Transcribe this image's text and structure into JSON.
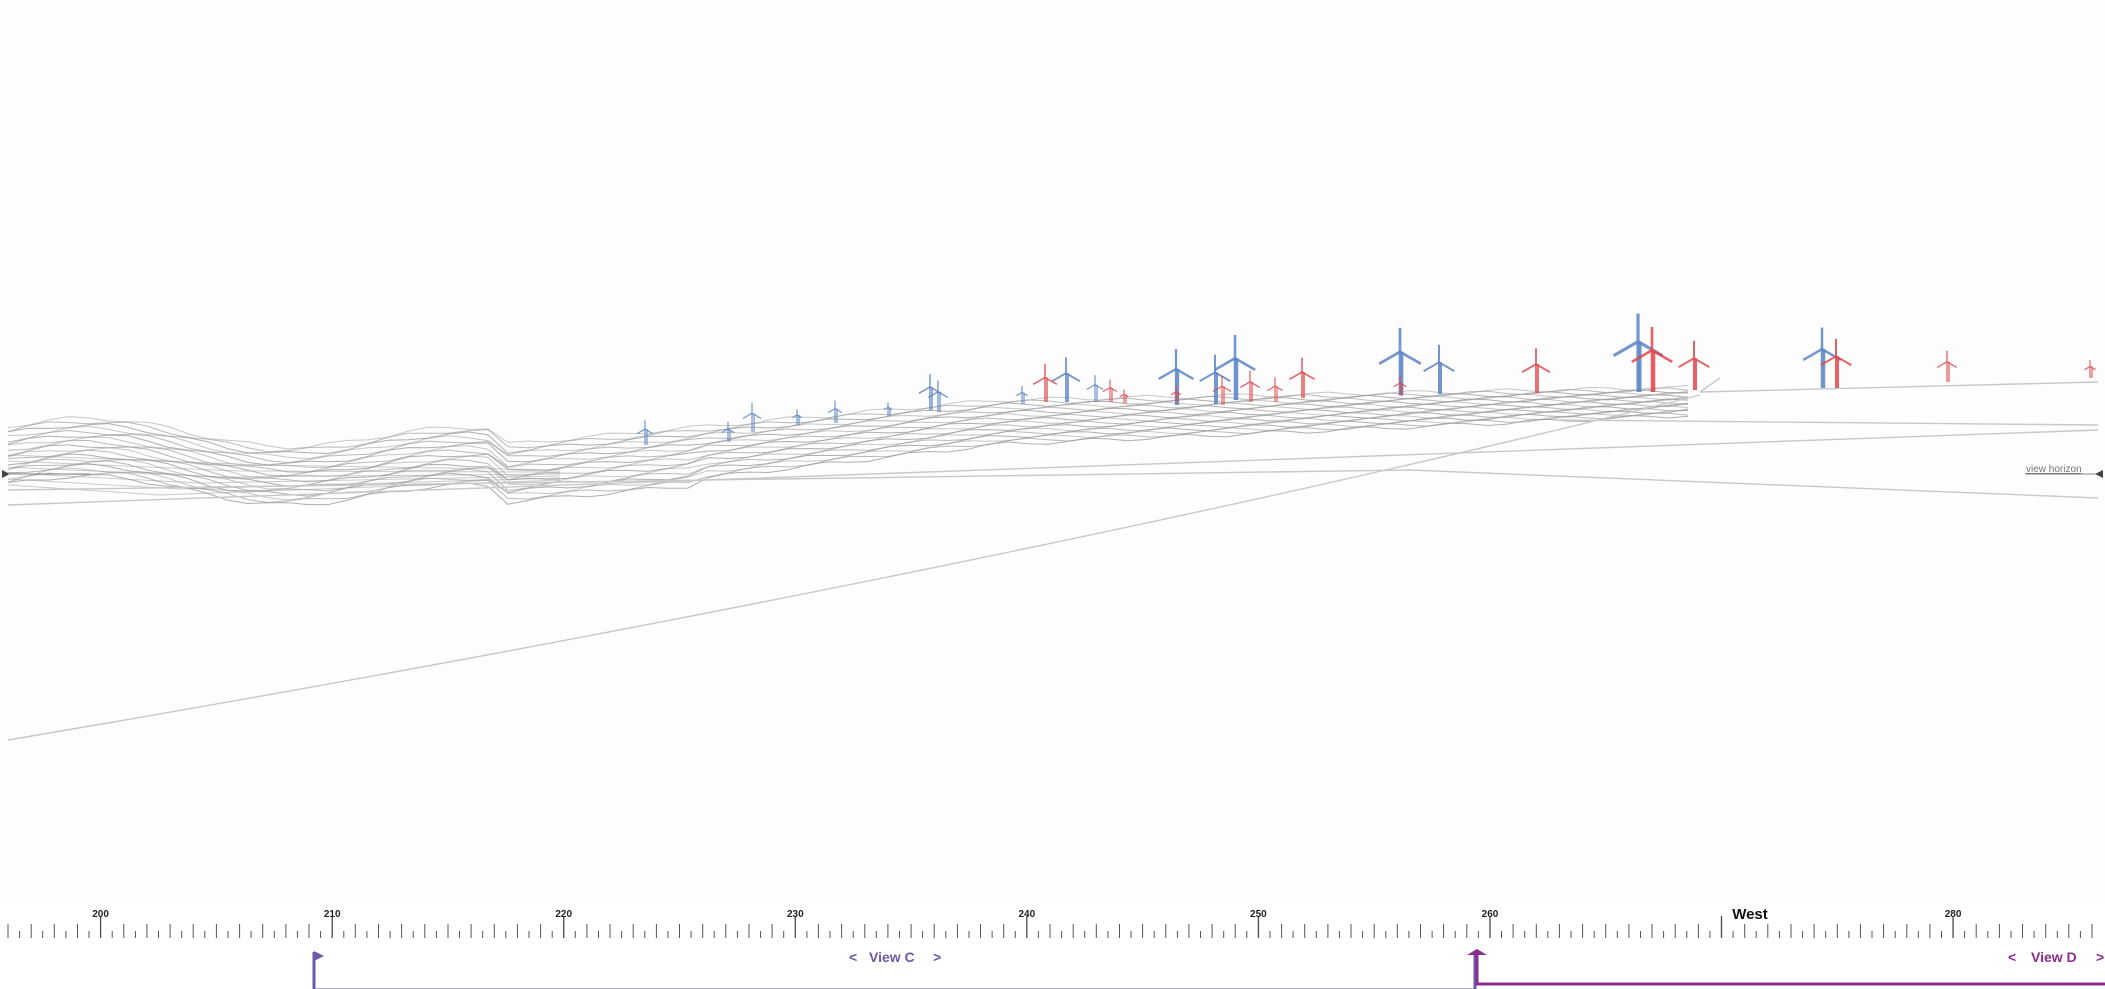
{
  "horizon_label": "view horizon",
  "compass_label": "West",
  "ticks": {
    "start_degree": 196,
    "end_degree": 286,
    "labels": [
      "200",
      "210",
      "220",
      "230",
      "240",
      "250",
      "260",
      "280"
    ]
  },
  "views": [
    {
      "name": "View C",
      "prev": "<",
      "next": ">",
      "color": "#6a5aa8"
    },
    {
      "name": "View D",
      "prev": "<",
      "next": ">",
      "color": "#8a2c90"
    }
  ],
  "colors": {
    "turbine_blue": "#5b84c4",
    "turbine_red": "#e0474c",
    "terrain": "#9a9a9a",
    "tick": "#555555"
  }
}
